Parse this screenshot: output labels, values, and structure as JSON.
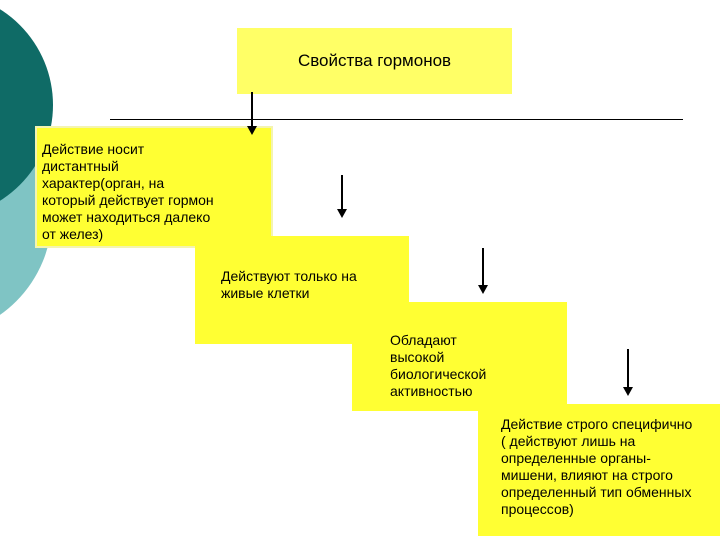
{
  "diagram": {
    "title": "Свойства гормонов",
    "properties": [
      {
        "text": "Действие носит\nдистантный\nхарактер(орган, на\nкоторый действует гормон\nможет находиться далеко\nот желез)"
      },
      {
        "text": "Действуют только на\nживые клетки"
      },
      {
        "text": "Обладают\nвысокой\nбиологической\nактивностью"
      },
      {
        "text": "Действие строго специфично\n ( действуют лишь на\nопределенные органы-\nмишени, влияют на строго\nопределенный тип обменных\nпроцессов)"
      }
    ]
  },
  "colors": {
    "title_fill": "#ffff66",
    "box_fill": "#ffff33",
    "deco_dark": "#0f6b66",
    "deco_light": "#7fc4c4",
    "arrow": "#000000"
  }
}
